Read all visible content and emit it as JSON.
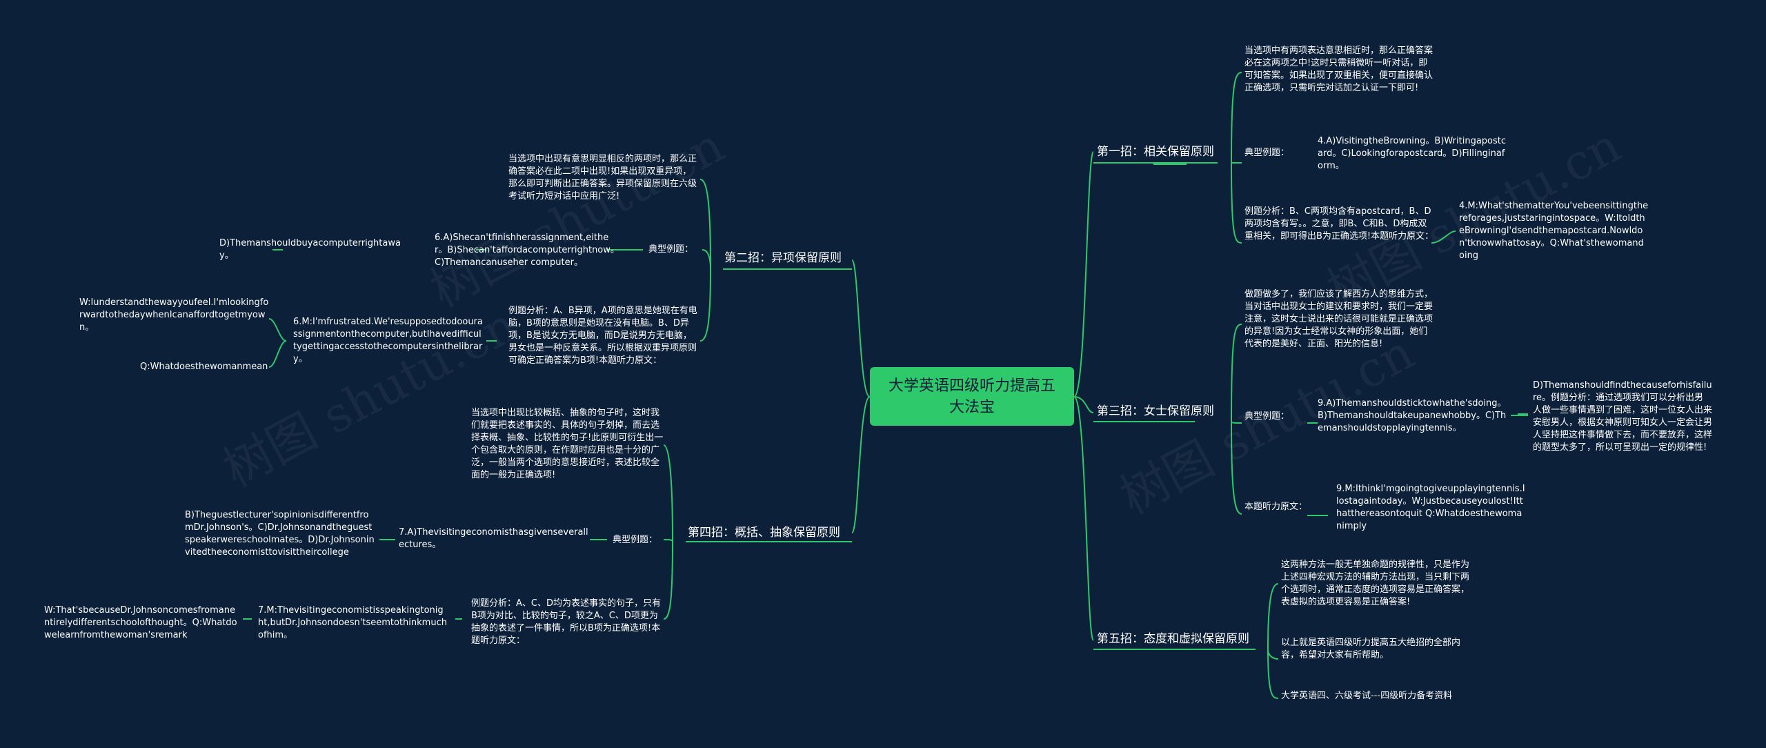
{
  "root": "大学英语四级听力提高五大法宝",
  "labels": {
    "example": "典型例题：",
    "original": "本题听力原文："
  },
  "b1": {
    "title": "第一招：相关保留原则",
    "intro": "当选项中有两项表达意思相近时，那么正确答案必在这两项之中!这时只需稍微听一听对话，即可知答案。如果出现了双重相关，便可直接确认正确选项，只需听完对话加之认证一下即可!",
    "example": "4.A)VisitingtheBrowning。B)Writingapostcard。C)Lookingforapostcard。D)Fillinginaform。",
    "analysis": "例题分析：B、C两项均含有apostcard，B、D两项均含有写。。之意，即B、C和B、D构成双重相关，即可得出B为正确选项!本题听力原文：",
    "original": "4.M:What'sthematterYou'vebeensittingthereforages,juststaringintospace。W:ItoldtheBrowningl'dsendthemapostcard.Nowldon'tknowwhattosay。Q:What'sthewomandoing"
  },
  "b2": {
    "title": "第二招：异项保留原则",
    "intro": "当选项中出现有意思明显相反的两项时，那么正确答案必在此二项中出现!如果出现双重异项，那么即可判断出正确答案。异项保留原则在六级考试听力短对话中应用广泛!",
    "example": "6.A)Shecan'tfinishherassignment,either。B)Shecan'taffordacomputerrightnow。C)Themancanuseher computer。",
    "option_d": "D)Themanshouldbuyacomputerrightaway。",
    "analysis": "例题分析：A、B异项，A项的意思是她现在有电脑，B项的意思则是她现在没有电脑。B、D异项，B是说女方无电脑，而D是说男方无电脑，男女也是一种反意关系。所以根据双重异项原则可确定正确答案为B项!本题听力原文：",
    "original": "6.M:I'mfrustrated.We'resupposedtodoourassignmentonthecomputer,butIhavedifficultygettingaccesstothecomputersinthelibrary。",
    "reply": "W:Iunderstandthewayyoufeel.I'mlookingforwardtothedaywhenIcanaffordtogetmyown。",
    "question": "Q:Whatdoesthewomanmean"
  },
  "b3": {
    "title": "第三招：女士保留原则",
    "intro": "做题做多了，我们应该了解西方人的思维方式，当对话中出现女士的建议和要求时，我们一定要注意，这时女士说出来的话很可能就是正确选项的异意!因为女士经常以女神的形象出面，她们代表的是美好、正面、阳光的信息!",
    "example": "9.A)Themanshouldsticktowhathe'sdoing。B)Themanshouldtakeupanewhobby。C)Themanshouldstopplayingtennis。",
    "option_d": "D)Themanshouldfindthecauseforhisfailure。例题分析：通过选项我们可以分析出男人做一些事情遇到了困难，这时一位女人出来安慰男人，根据女神原则可知女人一定会让男人坚持把这件事情做下去，而不要放弃，这样的题型太多了，所以可呈现出一定的规律性!",
    "original": "9.M:IthinkI'mgoingtogiveupplayingtennis.Ilostagaintoday。W:Justbecauseyoulost!Itthatthereasontoquit Q:Whatdoesthewomanimply"
  },
  "b4": {
    "title": "第四招：概括、抽象保留原则",
    "intro": "当选项中出现比较概括、抽象的句子时，这时我们就要把表述事实的、具体的句子划掉，而去选择表概、抽象、比较性的句子!此原则可衍生出一个包含取大的原则，在作题时应用也是十分的广泛，一般当两个选项的意思接近时，表述比较全面的一般为正确选项!",
    "example": "7.A)Thevisitingeconomisthasgivenseverallectures。",
    "options": "B)Theguestlecturer'sopinionisdifferentfromDr.Johnson's。C)Dr.Johnsonandtheguestspeakerwereschoolmates。D)Dr.Johnsoninvitedtheeconomisttovisittheircollege",
    "analysis": "例题分析：A、C、D均为表述事实的句子，只有B项为对比、比较的句子，较之A、C、D项更为抽象的表述了一件事情，所以B项为正确选项!本题听力原文：",
    "original": "7.M:Thevisitingeconomistisspeakingtonight,butDr.Johnsondoesn'tseemtothinkmuchofhim。",
    "reply": "W:That'sbecauseDr.Johnsoncomesfromanentirelydifferentschoolofthought。Q:Whatdowelearnfromthewoman'sremark"
  },
  "b5": {
    "title": "第五招：态度和虚拟保留原则",
    "intro": "这两种方法一般无单独命题的规律性，只是作为上述四种宏观方法的辅助方法出现，当只剩下两个选项时，通常正态度的选项容易是正确答案，表虚拟的选项更容易是正确答案!",
    "summary": "以上就是英语四级听力提高五大绝招的全部内容，希望对大家有所帮助。",
    "resource": "大学英语四、六级考试---四级听力备考资料"
  },
  "colors": {
    "line": "#2dc96b",
    "background": "#0c2039",
    "root": "#2dc96b"
  },
  "watermark": "树图 shutu.cn"
}
